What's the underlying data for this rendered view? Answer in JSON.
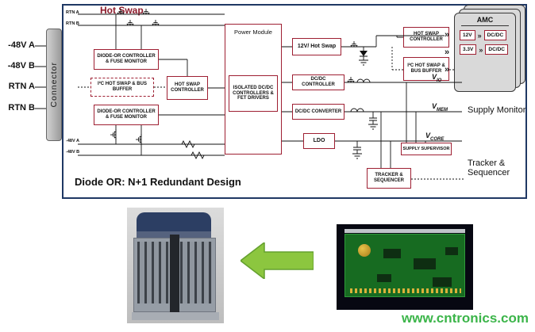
{
  "watermark": "www.cntronics.com",
  "icons": {
    "amc_input_chevron": "»"
  },
  "colors": {
    "diagram_border": "#1F3864",
    "block_border": "#9E1F32",
    "hot_swap_text": "#8B1A2B",
    "arrow_green": "#8CC63F",
    "watermark_green": "#3CB54A",
    "pcb_green": "#176B21"
  },
  "diagram": {
    "caption": "Diode OR: N+1 Redundant  Design",
    "hot_swap_title": "Hot Swap",
    "connector": "Connector",
    "external_inputs": [
      "-48V A",
      "-48V B",
      "RTN A",
      "RTN B"
    ],
    "internal_labels": {
      "rtn_a": "RTN A",
      "rtn_b": "RTN B",
      "neg48_a": "-48V A",
      "neg48_b": "-48V B"
    },
    "blocks": {
      "diode_or_top": "DIODE-OR CONTROLLER & FUSE MONITOR",
      "i2c_hot_swap_left": "I²C HOT SWAP & BUS BUFFER",
      "diode_or_bottom": "DIODE-OR CONTROLLER & FUSE MONITOR",
      "hot_swap_controller_left": "HOT SWAP CONTROLLER",
      "power_module": "Power Module",
      "isolated_dcdc": "ISOLATED DC/DC CONTROLLERS & FET DRIVERS",
      "hot_swap_12v": "12V/ Hot Swap",
      "dcdc_controller": "DC/DC CONTROLLER",
      "dcdc_converter": "DC/DC CONVERTER",
      "ldo": "LDO",
      "hot_swap_controller_right": "HOT SWAP CONTROLLER",
      "i2c_hot_swap_right": "I²C HOT SWAP & BUS BUFFER",
      "supply_supervisor": "SUPPLY SUPERVISOR",
      "tracker_sequencer": "TRACKER & SEQUENCER"
    },
    "amc": {
      "title": "AMC",
      "rail_12v": "12V",
      "rail_3v3": "3.3V",
      "dcdc_a": "DC/DC",
      "dcdc_b": "DC/DC"
    },
    "annotations": {
      "supply_monitor": "Supply Monitor",
      "tracker_sequencer": "Tracker & Sequencer"
    },
    "v_rails": [
      {
        "base": "V",
        "sub": "IO"
      },
      {
        "base": "V",
        "sub": "MEM"
      },
      {
        "base": "V",
        "sub": "CORE"
      }
    ]
  }
}
